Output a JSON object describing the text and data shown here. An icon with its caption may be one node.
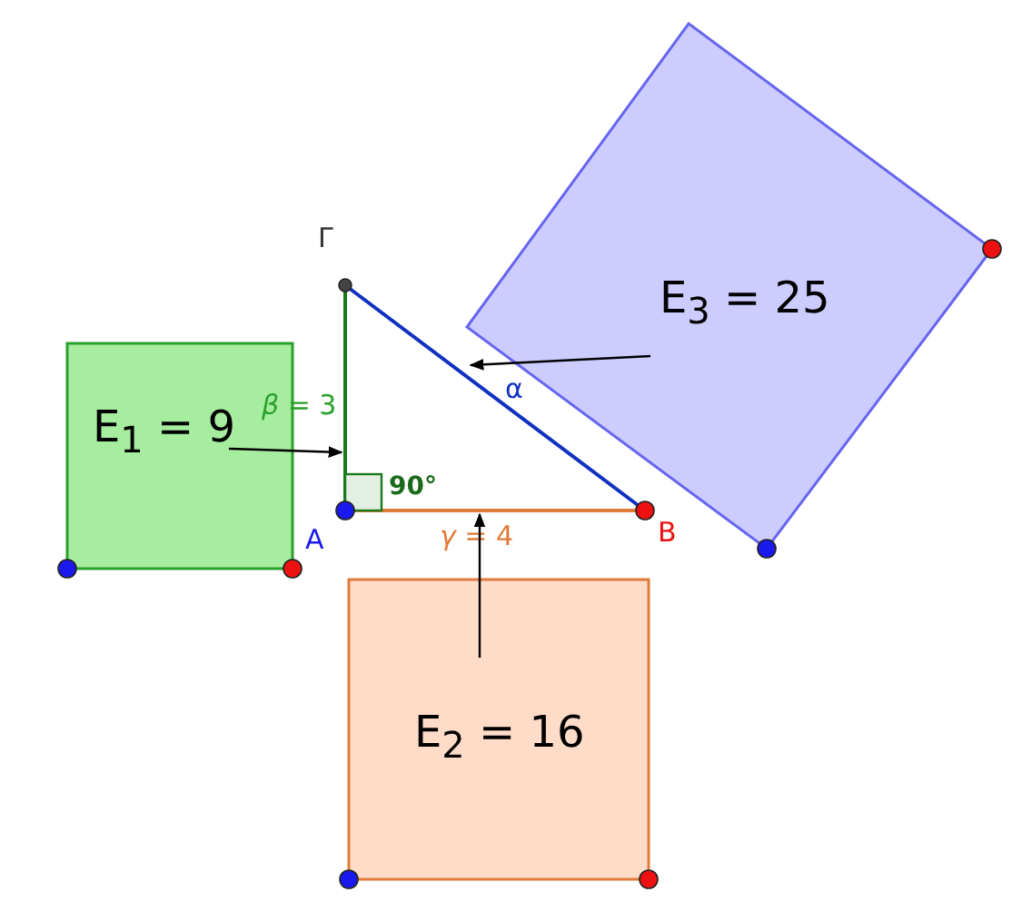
{
  "diagram": {
    "nodes": [
      {
        "text": [
          "E$_{1}$ = 9"
        ]
      },
      {
        "text": [
          "E$_{2}$ = 16"
        ]
      },
      {
        "text": [
          "E$_{3}$ = 25"
        ]
      },
      {
        "text": [
          "*β* = 3"
        ]
      },
      {
        "text": [
          "*γ* = 4"
        ]
      },
      {
        "text": [
          "α"
        ]
      }
    ],
    "edges": [
      {
        "from": 0,
        "to": 3,
        "arrow": "to"
      },
      {
        "from": 1,
        "to": 4,
        "arrow": "to"
      },
      {
        "from": 2,
        "to": 5,
        "arrow": "to"
      }
    ],
    "labels": [
      "Γ",
      "90°",
      "A",
      "B"
    ]
  }
}
